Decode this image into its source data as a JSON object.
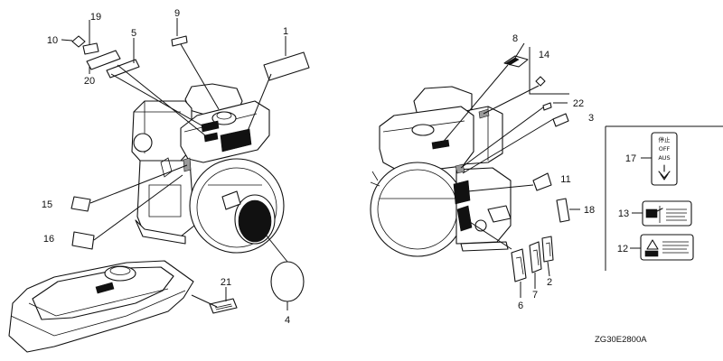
{
  "drawing_code": "ZG30E2800A",
  "callouts": {
    "p1": "1",
    "p2": "2",
    "p3": "3",
    "p4": "4",
    "p5": "5",
    "p6": "6",
    "p7": "7",
    "p8": "8",
    "p9": "9",
    "p10": "10",
    "p11": "11",
    "p12": "12",
    "p13": "13",
    "p14": "14",
    "p15": "15",
    "p16": "16",
    "p17": "17",
    "p18": "18",
    "p19": "19",
    "p20": "20",
    "p21": "21",
    "p22": "22"
  },
  "switch_label": {
    "kanji": "停止",
    "off": "OFF",
    "aus": "AUS"
  }
}
